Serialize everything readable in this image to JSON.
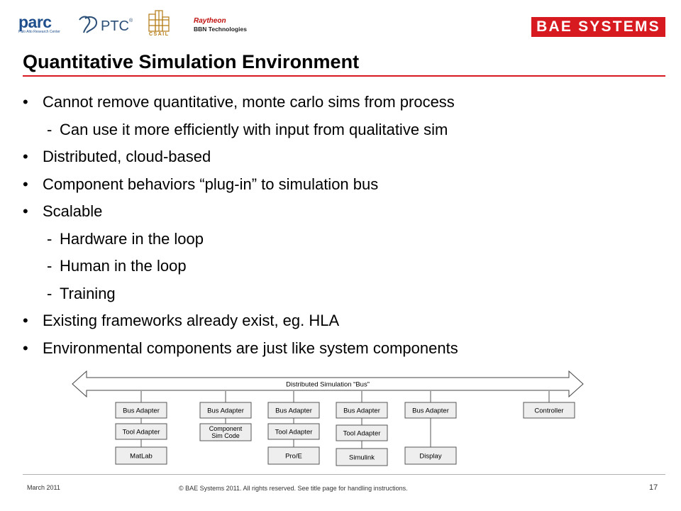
{
  "header": {
    "logos": {
      "parc": {
        "name": "parc",
        "sub": "Palo Alto Research Center"
      },
      "ptc": {
        "name": "PTC",
        "reg": "®"
      },
      "csail": {
        "name": "CSAIL"
      },
      "raytheon": {
        "name": "Raytheon",
        "sub": "BBN Technologies"
      },
      "bae": {
        "name": "BAE SYSTEMS"
      }
    },
    "title": "Quantitative Simulation Environment"
  },
  "bullets": [
    {
      "level": 1,
      "marker": "•",
      "text": "Cannot remove quantitative, monte carlo sims from process"
    },
    {
      "level": 2,
      "marker": "-",
      "text": "Can use it more efficiently with input from qualitative sim"
    },
    {
      "level": 1,
      "marker": "•",
      "text": "Distributed, cloud-based"
    },
    {
      "level": 1,
      "marker": "•",
      "text": "Component behaviors “plug-in” to simulation bus"
    },
    {
      "level": 1,
      "marker": "•",
      "text": "Scalable"
    },
    {
      "level": 2,
      "marker": "-",
      "text": "Hardware in the loop"
    },
    {
      "level": 2,
      "marker": "-",
      "text": "Human in the loop"
    },
    {
      "level": 2,
      "marker": "-",
      "text": "Training"
    },
    {
      "level": 1,
      "marker": "•",
      "text": "Existing frameworks already exist, eg. HLA"
    },
    {
      "level": 1,
      "marker": "•",
      "text": "Environmental components are just like system components"
    }
  ],
  "diagram": {
    "bus_label": "Distributed Simulation “Bus”",
    "columns": [
      {
        "boxes": [
          "Bus Adapter",
          "Tool Adapter",
          "MatLab"
        ]
      },
      {
        "boxes": [
          "Bus Adapter",
          "Component Sim Code"
        ]
      },
      {
        "boxes": [
          "Bus Adapter",
          "Tool Adapter",
          "Pro/E"
        ]
      },
      {
        "boxes": [
          "Bus Adapter",
          "Tool Adapter",
          "Simulink"
        ]
      },
      {
        "boxes": [
          "Bus Adapter",
          "",
          "Display"
        ]
      },
      {
        "boxes": [
          "Controller"
        ]
      }
    ]
  },
  "footer": {
    "date": "March 2011",
    "copyright": "© BAE Systems 2011. All rights reserved. See title page for handling instructions.",
    "page": "17"
  },
  "colors": {
    "accent": "#d71920",
    "text": "#000000",
    "box_fill": "#eeeeee",
    "bus_fill": "#ffffff"
  }
}
